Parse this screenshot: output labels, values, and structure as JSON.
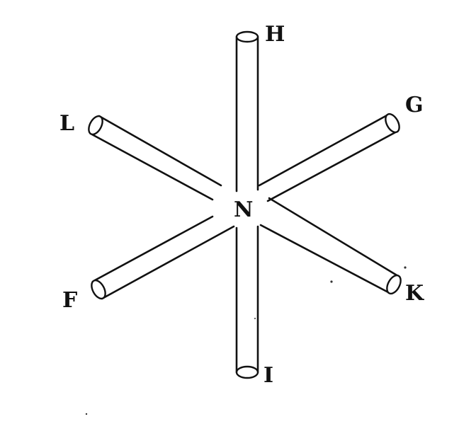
{
  "figure": {
    "labels": {
      "center": "N",
      "top": "H",
      "bottom": "I",
      "upper_left": "L",
      "upper_right": "G",
      "lower_left": "F",
      "lower_right": "K"
    },
    "rods": [
      {
        "name": "vertical",
        "from": "H",
        "to": "I"
      },
      {
        "name": "diagonal-rising",
        "from": "F",
        "to": "G"
      },
      {
        "name": "diagonal-falling",
        "from": "L",
        "to": "K"
      }
    ]
  }
}
